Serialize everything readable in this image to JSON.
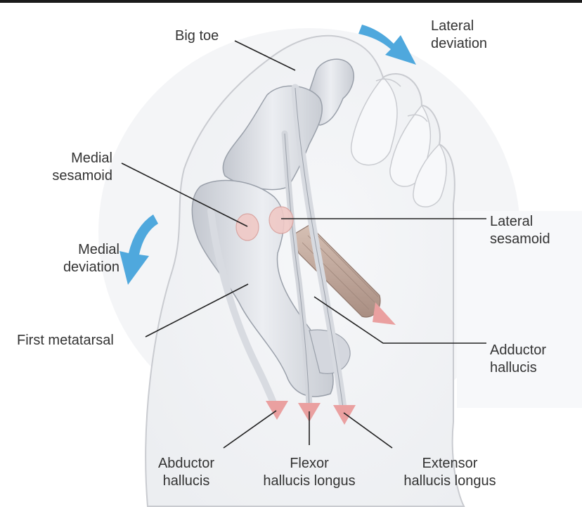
{
  "labels": {
    "big_toe": "Big toe",
    "lateral_deviation": [
      "Lateral",
      "deviation"
    ],
    "medial_sesamoid": [
      "Medial",
      "sesamoid"
    ],
    "lateral_sesamoid": [
      "Lateral",
      "sesamoid"
    ],
    "medial_deviation": [
      "Medial",
      "deviation"
    ],
    "first_metatarsal": "First metatarsal",
    "adductor_hallucis": [
      "Adductor",
      "hallucis"
    ],
    "abductor_hallucis": [
      "Abductor",
      "hallucis"
    ],
    "flexor_hallucis_longus": [
      "Flexor",
      "hallucis longus"
    ],
    "extensor_hallucis_longus": [
      "Extensor",
      "hallucis longus"
    ]
  },
  "colors": {
    "deviation_arrow": "#4fa8dd",
    "force_arrow": "#eaa0a0",
    "bone": "#d9dce2",
    "skin_outline": "#c9cbd0",
    "leader_line": "#222222",
    "text": "#333333"
  }
}
